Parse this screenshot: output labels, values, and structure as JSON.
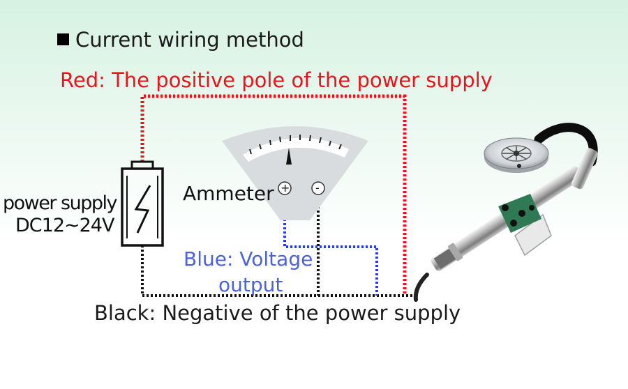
{
  "heading": "Current wiring method",
  "labels": {
    "red": "Red: The positive pole of the power supply",
    "power_supply": "power supply",
    "voltage": "DC12~24V",
    "ammeter": "Ammeter",
    "terminal_plus": "+",
    "terminal_minus": "-",
    "blue_line1": "Blue: Voltage",
    "blue_line2": "output",
    "black": "Black: Negative of the power supply"
  },
  "colors": {
    "red_wire": "#e8141c",
    "blue_wire": "#2b3fd4",
    "black_wire": "#111111",
    "blue_text": "#4a63d8",
    "meter_gray": "#d9dcde",
    "bracket_green": "#2f7a55"
  },
  "icons": {
    "battery": "battery-lightning-icon",
    "meter": "analog-ammeter-icon",
    "sensor": "wind-speed-sensor-icon"
  }
}
